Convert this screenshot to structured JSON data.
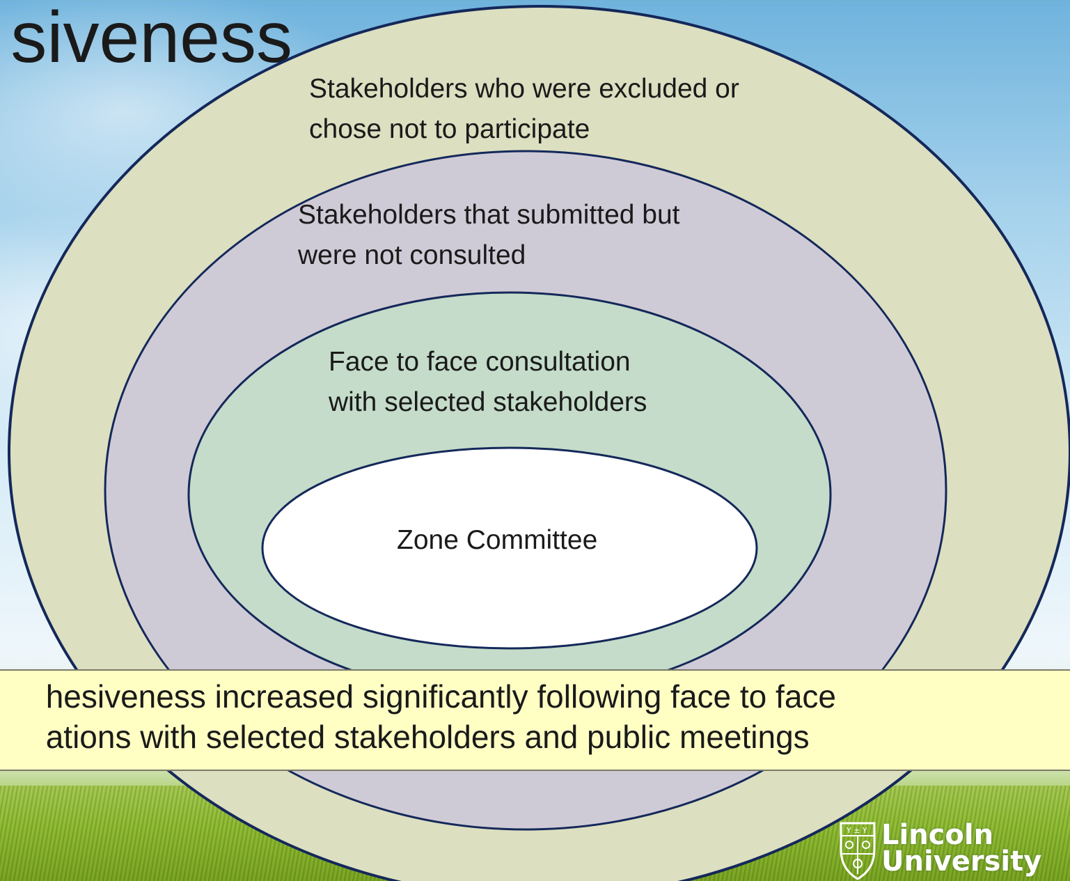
{
  "slide": {
    "title_fragment": "siveness"
  },
  "rings": {
    "outer_label_line1": "Stakeholders who were excluded or",
    "outer_label_line2": "chose not to participate",
    "second_label_line1": "Stakeholders that submitted but",
    "second_label_line2": "were not consulted",
    "third_label_line1": "Face to face consultation",
    "third_label_line2": "with selected stakeholders",
    "core_label": "Zone Committee"
  },
  "callout": {
    "line1": "hesiveness increased significantly following face to face",
    "line2": "ations with selected stakeholders and public meetings"
  },
  "logo": {
    "line1": "Lincoln",
    "line2": "University"
  },
  "colors": {
    "outer_fill": "#dcdfc0",
    "second_fill": "#cfcbd6",
    "third_fill": "#c4dcc9",
    "core_fill": "#ffffff",
    "ring_stroke": "#14285a",
    "callout_fill": "#ffffc4"
  }
}
